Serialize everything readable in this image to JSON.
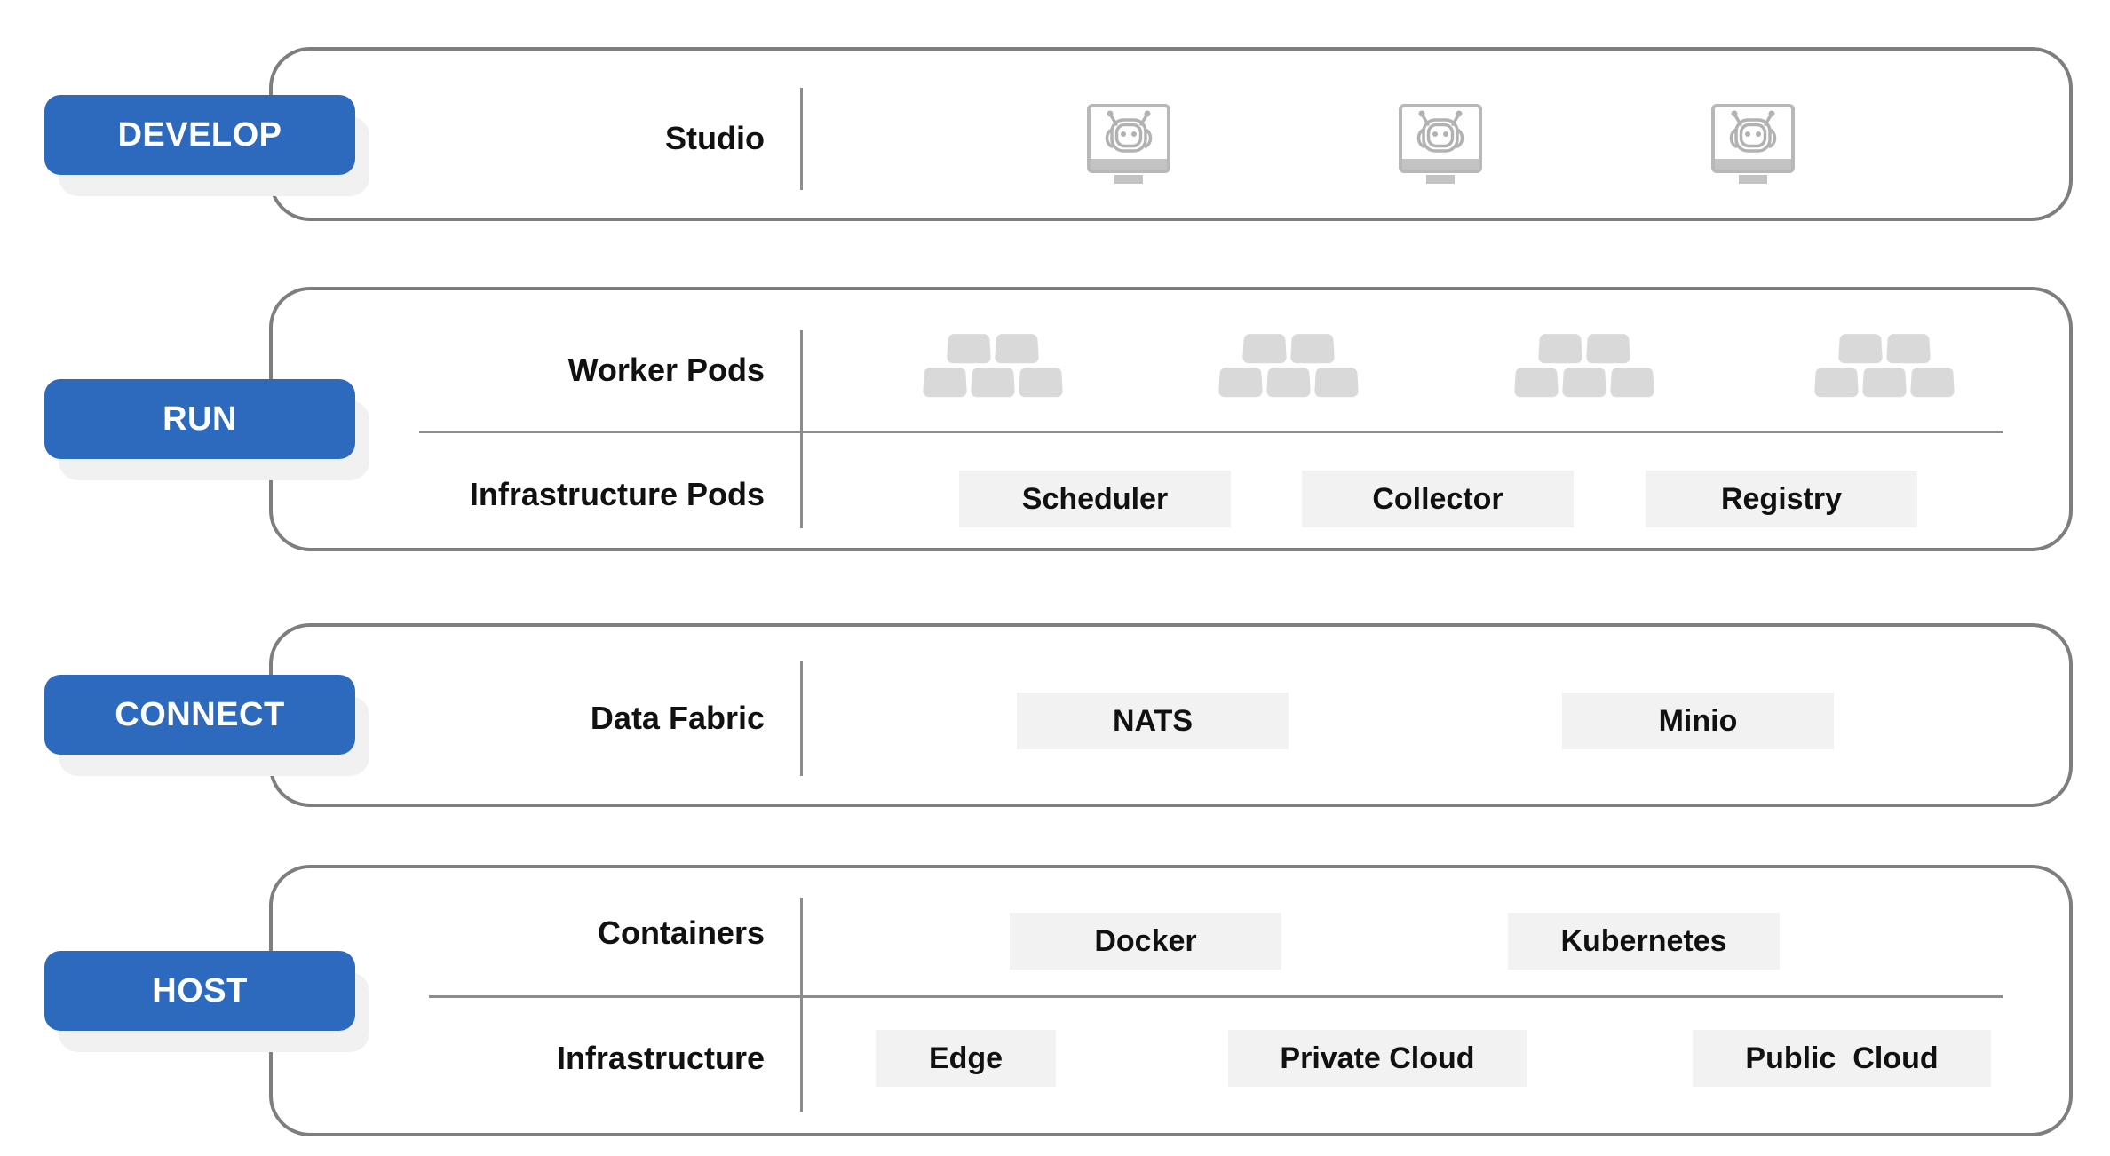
{
  "diagram": {
    "colors": {
      "accent_blue": "#2d6abd",
      "button_text": "#ffffff",
      "chip_background": "#f2f2f2",
      "pod_grey": "#d9d9d9",
      "icon_grey": "#b8b8b8",
      "panel_border": "#7e7e7e",
      "divider_grey": "#8c8c8c",
      "pill_shadow": "#f1f1f1",
      "text": "#111111"
    },
    "rows": [
      {
        "id": "develop",
        "button_label": "DEVELOP",
        "sections": [
          {
            "label": "Studio",
            "icons": [
              "robot-monitor-icon",
              "robot-monitor-icon",
              "robot-monitor-icon"
            ]
          }
        ]
      },
      {
        "id": "run",
        "button_label": "RUN",
        "sections": [
          {
            "label": "Worker Pods",
            "icons": [
              "pod-cluster-icon",
              "pod-cluster-icon",
              "pod-cluster-icon",
              "pod-cluster-icon"
            ]
          },
          {
            "label": "Infrastructure Pods",
            "chips": [
              "Scheduler",
              "Collector",
              "Registry"
            ]
          }
        ]
      },
      {
        "id": "connect",
        "button_label": "CONNECT",
        "sections": [
          {
            "label": "Data Fabric",
            "chips": [
              "NATS",
              "Minio"
            ]
          }
        ]
      },
      {
        "id": "host",
        "button_label": "HOST",
        "sections": [
          {
            "label": "Containers",
            "chips": [
              "Docker",
              "Kubernetes"
            ]
          },
          {
            "label": "Infrastructure",
            "chips": [
              "Edge",
              "Private Cloud",
              "Public  Cloud"
            ]
          }
        ]
      }
    ]
  }
}
